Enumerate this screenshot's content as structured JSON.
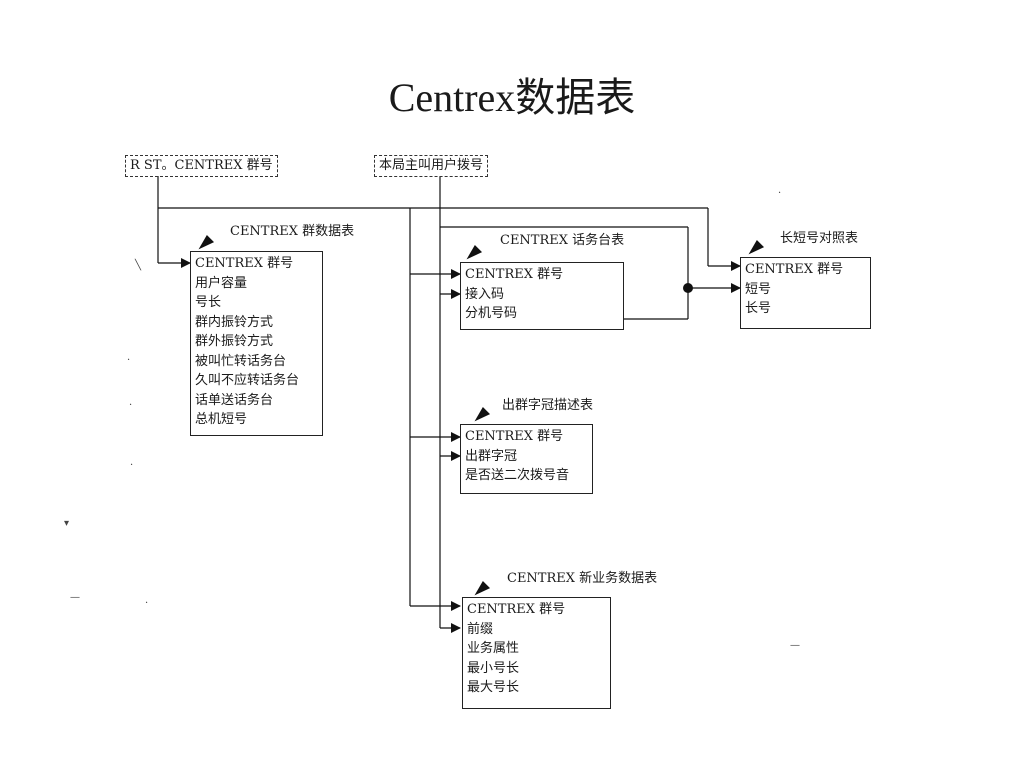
{
  "title": "Centrex数据表",
  "sources": {
    "rst_label": "R ST。CENTREX 群号",
    "local_caller_label": "本局主叫用户拨号"
  },
  "tables": {
    "group_data": {
      "name": "CENTREX 群数据表",
      "fields": [
        "CENTREX 群号",
        "用户容量",
        "号长",
        "群内振铃方式",
        "群外振铃方式",
        "被叫忙转话务台",
        "久叫不应转话务台",
        "话单送话务台",
        "总机短号"
      ]
    },
    "console": {
      "name": "CENTREX 话务台表",
      "fields": [
        "CENTREX 群号",
        "接入码",
        "分机号码"
      ]
    },
    "short_number": {
      "name": "长短号对照表",
      "fields": [
        "CENTREX 群号",
        "短号",
        "长号"
      ]
    },
    "prefix": {
      "name": "出群字冠描述表",
      "fields": [
        "CENTREX 群号",
        "出群字冠",
        "是否送二次拨号音"
      ]
    },
    "new_service": {
      "name": "CENTREX 新业务数据表",
      "fields": [
        "CENTREX 群号",
        "前缀",
        "业务属性",
        "最小号长",
        "最大号长"
      ]
    }
  }
}
